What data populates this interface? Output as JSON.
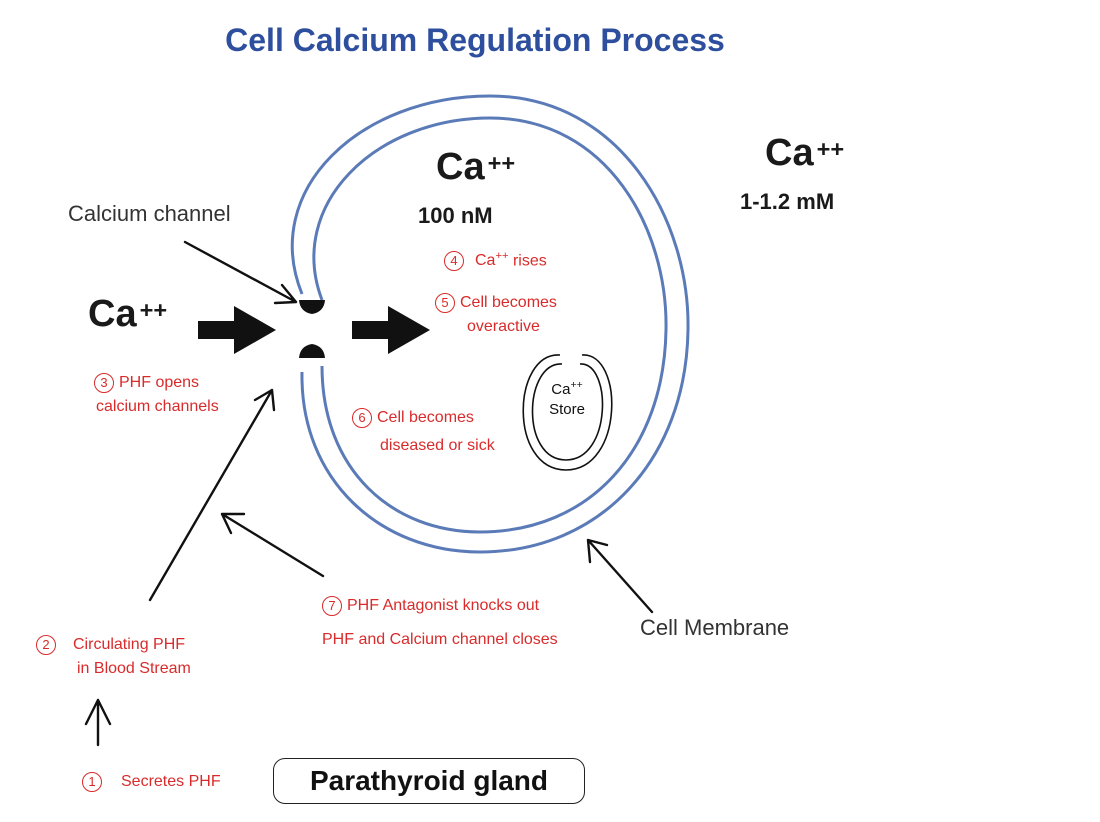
{
  "title": "Cell Calcium Regulation Process",
  "ions": {
    "symbol": "Ca",
    "charge": "++",
    "intracellular_concentration": "100 nM",
    "extracellular_concentration": "1-1.2 mM"
  },
  "labels": {
    "calcium_channel": "Calcium channel",
    "cell_membrane": "Cell Membrane",
    "parathyroid_gland": "Parathyroid gland",
    "store_line1_symbol": "Ca",
    "store_line1_charge": "++",
    "store_line2": "Store"
  },
  "steps": [
    {
      "number": "1",
      "text": "Secretes PHF"
    },
    {
      "number": "2",
      "line1": "Circulating PHF",
      "line2": "in Blood Stream"
    },
    {
      "number": "3",
      "line1": "PHF opens",
      "line2": "calcium channels"
    },
    {
      "number": "4",
      "prefix": "Ca",
      "charge": "++",
      "suffix": " rises"
    },
    {
      "number": "5",
      "line1": "Cell becomes",
      "line2": "overactive"
    },
    {
      "number": "6",
      "line1": "Cell becomes",
      "line2": "diseased or sick"
    },
    {
      "number": "7",
      "line1": "PHF Antagonist knocks out",
      "line2": "PHF and Calcium channel closes"
    }
  ],
  "colors": {
    "title": "#2e4f9e",
    "membrane": "#5b7bb8",
    "step_text": "#d92b2b",
    "arrow": "#111111"
  }
}
